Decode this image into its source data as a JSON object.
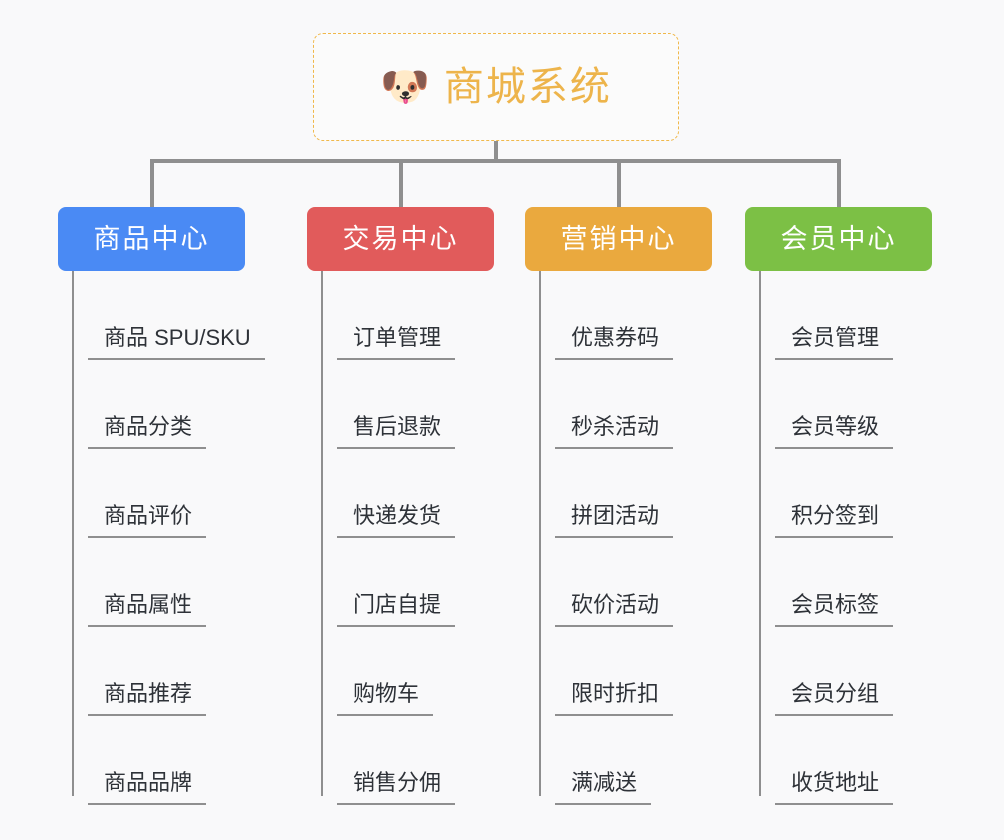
{
  "diagram": {
    "type": "org-tree",
    "background_color": "#f9f9fa",
    "line_color": "#8f8f8f",
    "root": {
      "icon": "dog-face-icon",
      "icon_glyph": "🐶",
      "title": "商城系统",
      "text_color": "#edb44b",
      "border_color": "#f0b84a",
      "border_style": "dashed",
      "background_color": "#fbfbfb"
    },
    "categories": [
      {
        "id": "product-center",
        "label": "商品中心",
        "color": "#4a8af4",
        "items": [
          "商品 SPU/SKU",
          "商品分类",
          "商品评价",
          "商品属性",
          "商品推荐",
          "商品品牌"
        ]
      },
      {
        "id": "trade-center",
        "label": "交易中心",
        "color": "#e15b5b",
        "items": [
          "订单管理",
          "售后退款",
          "快递发货",
          "门店自提",
          "购物车",
          "销售分佣"
        ]
      },
      {
        "id": "marketing-center",
        "label": "营销中心",
        "color": "#eaa93e",
        "items": [
          "优惠券码",
          "秒杀活动",
          "拼团活动",
          "砍价活动",
          "限时折扣",
          "满减送"
        ]
      },
      {
        "id": "member-center",
        "label": "会员中心",
        "color": "#7cc045",
        "items": [
          "会员管理",
          "会员等级",
          "积分签到",
          "会员标签",
          "会员分组",
          "收货地址"
        ]
      }
    ]
  }
}
